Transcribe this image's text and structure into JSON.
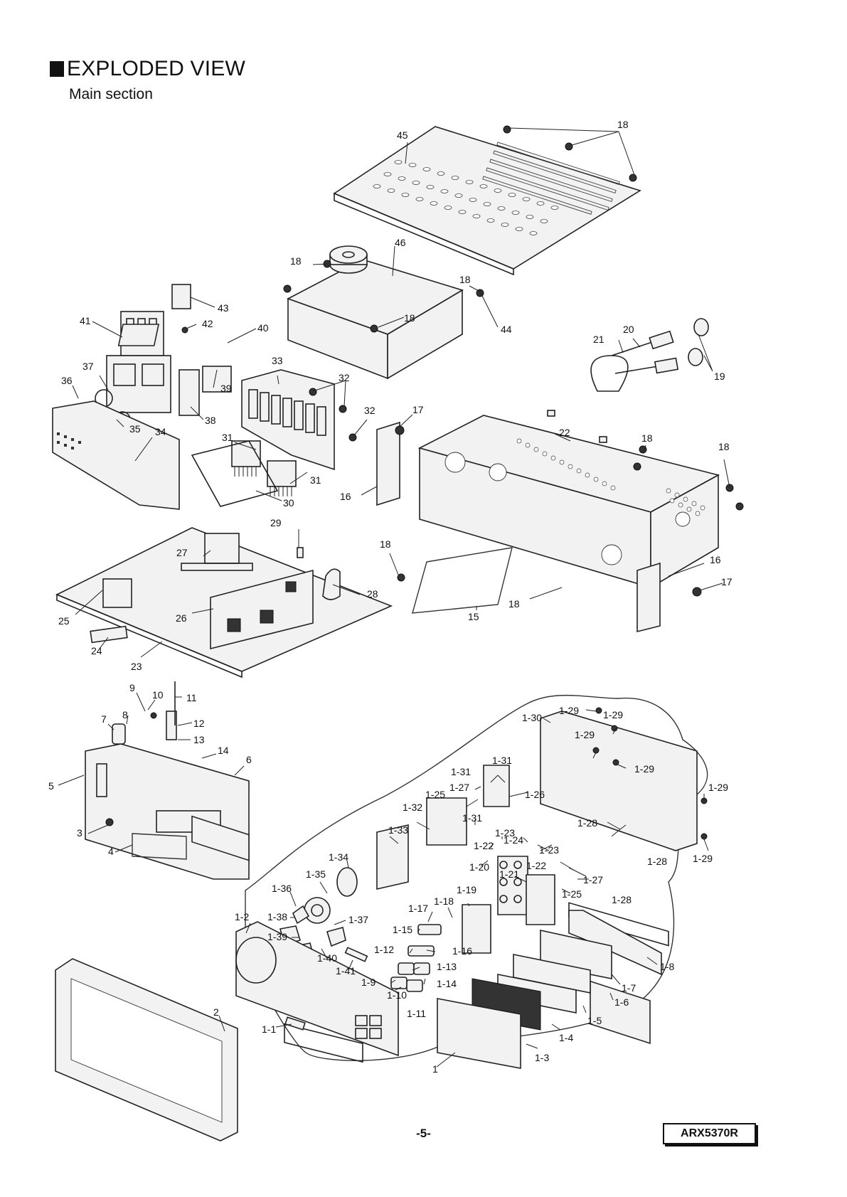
{
  "heading": {
    "title": "EXPLODED VIEW",
    "subtitle": "Main section"
  },
  "footer": {
    "page_number": "-5-",
    "model": "ARX5370R"
  },
  "callouts": [
    "45",
    "18",
    "46",
    "18",
    "18",
    "18",
    "44",
    "43",
    "42",
    "41",
    "40",
    "21",
    "20",
    "19",
    "33",
    "32",
    "32",
    "37",
    "36",
    "39",
    "38",
    "35",
    "34",
    "17",
    "22",
    "18",
    "18",
    "31",
    "31",
    "30",
    "16",
    "29",
    "18",
    "27",
    "28",
    "16",
    "17",
    "25",
    "26",
    "15",
    "18",
    "24",
    "23",
    "9",
    "10",
    "11",
    "8",
    "7",
    "12",
    "13",
    "14",
    "6",
    "5",
    "3",
    "4",
    "1-30",
    "1-29",
    "1-29",
    "1-29",
    "1-29",
    "1-29",
    "1-29",
    "1-31",
    "1-31",
    "1-25",
    "1-27",
    "1-26",
    "1-32",
    "1-31",
    "1-33",
    "1-22",
    "1-23",
    "1-24",
    "1-28",
    "1-28",
    "1-23",
    "1-22",
    "1-27",
    "1-28",
    "1-25",
    "1-20",
    "1-21",
    "1-34",
    "1-35",
    "1-36",
    "1-19",
    "1-17",
    "1-18",
    "1-38",
    "1-37",
    "1-15",
    "1-16",
    "1-2",
    "1-39",
    "1-40",
    "1-12",
    "1-13",
    "1-41",
    "1-9",
    "1-14",
    "1-10",
    "1-11",
    "1-8",
    "1-7",
    "1-6",
    "1-5",
    "2",
    "1-1",
    "1-4",
    "1-3",
    "1"
  ]
}
